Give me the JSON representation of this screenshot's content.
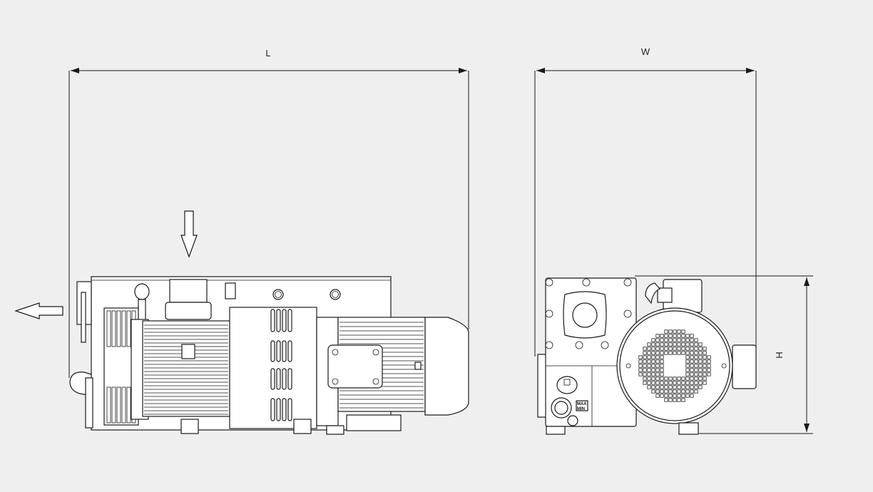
{
  "dimensions": {
    "length_label": "L",
    "width_label": "W",
    "height_label": "H"
  },
  "oil_level": {
    "max_label": "MAX",
    "min_label": "MIN"
  },
  "flow_arrows": {
    "inlet": "down-arrow-icon",
    "exhaust": "left-arrow-icon"
  },
  "colors": {
    "background": "#efefef",
    "line": "#1a1a1a",
    "fill": "#ffffff"
  }
}
